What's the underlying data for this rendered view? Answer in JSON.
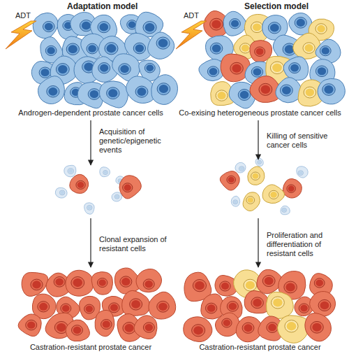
{
  "diagram": {
    "nodes": [
      {
        "text": [
          "Androgen-dependent prostate cancer cells"
        ]
      },
      {
        "text": [
          "Co-exising heterogeneous prostate cancer cells"
        ]
      },
      {
        "text": [
          "Castration-resistant prostate cancer"
        ]
      },
      {
        "text": [
          "Castration-resistant prostate cancer"
        ]
      }
    ],
    "labels": [
      "Adaptation model",
      "Selection model",
      "ADT",
      "ADT",
      "Acquisition of genetic/epigenetic events",
      "Killing of sensitive cancer cells",
      "Clonal expansion of resistant cells",
      "Proliferation and differentiation of resistant cells"
    ]
  }
}
